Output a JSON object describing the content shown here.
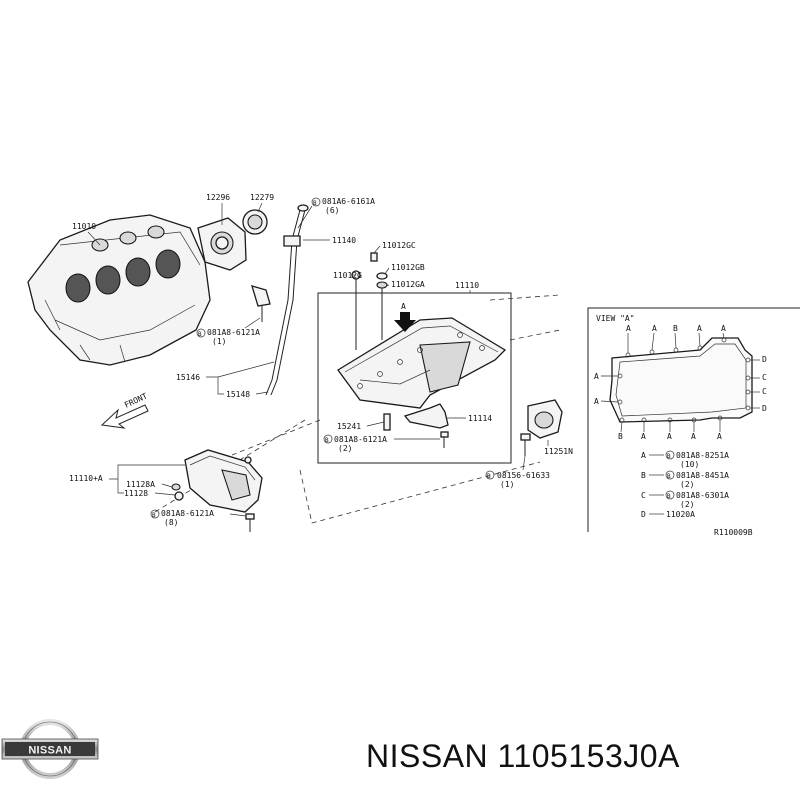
{
  "parts": {
    "block": "11010",
    "seal_retainer": "12296",
    "oil_seal": "12279",
    "bolt_top": "081A6-6161A",
    "bolt_top_qty": "(6)",
    "gauge_guide": "11140",
    "plug_c": "11012GC",
    "plug_b": "11012GB",
    "plug_a": "11012GA",
    "plug": "11012G",
    "oil_pan_upper": "11110",
    "bolt_left": "081A8-6121A",
    "bolt_left_qty": "(1)",
    "level_gauge": "15146",
    "gauge_seal": "15148",
    "front_label": "FRONT",
    "dowel": "15241",
    "baffle": "11114",
    "bolt_mid": "081A8-6121A",
    "bolt_mid_qty": "(2)",
    "seal_cover": "11251N",
    "bolt_right": "08156-61633",
    "bolt_right_qty": "(1)",
    "oil_pan_lower": "11110+A",
    "drain_washer": "11128A",
    "drain_plug": "11128",
    "bolt_lower": "081A8-6121A",
    "bolt_lower_qty": "(8)",
    "view_a_marker": "A"
  },
  "view_a": {
    "title": "VIEW \"A\"",
    "top_letters": [
      "A",
      "A",
      "B",
      "A",
      "A"
    ],
    "right_letters": [
      "D",
      "C",
      "C",
      "D"
    ],
    "left_letters": [
      "A",
      "A"
    ],
    "bottom_letters": [
      "B",
      "A",
      "A",
      "A",
      "A"
    ],
    "legend": [
      {
        "key": "A",
        "part": "081A8-8251A",
        "qty": "(10)"
      },
      {
        "key": "B",
        "part": "081A8-8451A",
        "qty": "(2)"
      },
      {
        "key": "C",
        "part": "081A8-6301A",
        "qty": "(2)"
      },
      {
        "key": "D",
        "part": "11020A",
        "qty": ""
      }
    ],
    "circle_glyph": "B"
  },
  "figure_code": "R110009B",
  "brand": {
    "logo_text": "NISSAN",
    "caption": "NISSAN 1105153J0A"
  }
}
